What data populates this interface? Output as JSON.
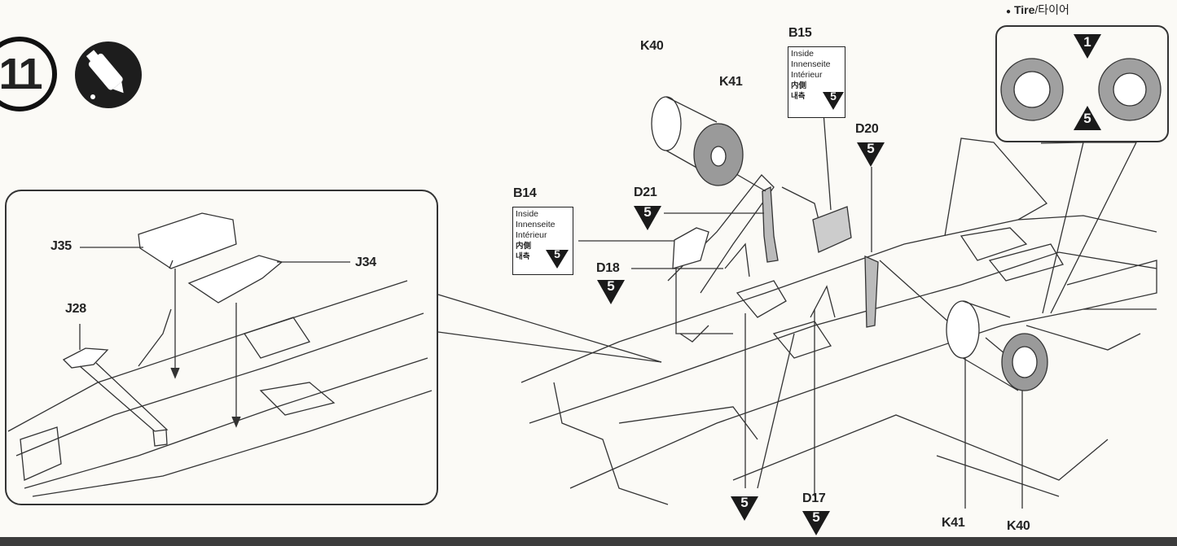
{
  "step": {
    "number": "11"
  },
  "icons": {
    "glue": "cement-glue-icon"
  },
  "detail_labels": {
    "j35": "J35",
    "j34": "J34",
    "j28": "J28"
  },
  "parts": {
    "k40_top": "K40",
    "k41_top": "K41",
    "b15": "B15",
    "d20": "D20",
    "b14": "B14",
    "d21": "D21",
    "d18": "D18",
    "d17": "D17",
    "k41_bottom": "K41",
    "k40_bottom": "K40"
  },
  "notes": {
    "b15": {
      "line1": "Inside",
      "line2": "Innenseite",
      "line3": "Intérieur",
      "line4": "内側",
      "line5": "내측",
      "color": "5"
    },
    "b14": {
      "line1": "Inside",
      "line2": "Innenseite",
      "line3": "Intérieur",
      "line4": "内側",
      "line5": "내측",
      "color": "5"
    }
  },
  "color_badges": {
    "d21": "5",
    "d18": "5",
    "d20": "5",
    "d17": "5",
    "bottom_left": "5"
  },
  "tire_detail": {
    "title_en": "Tire",
    "title_sep": "/",
    "title_ko": "타이어",
    "badge_top": "1",
    "badge_bottom": "5"
  }
}
